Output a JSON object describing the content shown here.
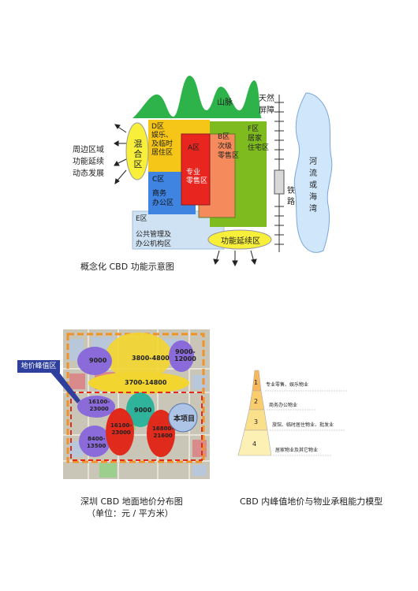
{
  "figure1": {
    "mountain_label": "山脉",
    "barrier_label_line1": "天然",
    "barrier_label_line2": "屏障",
    "left_text": [
      "周边区域",
      "功能延续",
      "动态发展"
    ],
    "mixed_zone": [
      "混",
      "合",
      "区"
    ],
    "zone_d": [
      "D区",
      "娱乐、",
      "及临时",
      "居住区"
    ],
    "zone_a": "A区",
    "zone_a_desc": [
      "专业",
      "零售区"
    ],
    "zone_b": [
      "B区",
      "次级",
      "零售区"
    ],
    "zone_f": [
      "F区",
      "居家",
      "住宅区"
    ],
    "zone_c": [
      "C区",
      "商务",
      "办公区"
    ],
    "zone_e": "E区",
    "zone_e_desc": [
      "公共管理及",
      "办公机构区"
    ],
    "extension_zone": "功能延续区",
    "railway": [
      "铁",
      "路"
    ],
    "river": [
      "河",
      "流",
      "或",
      "海",
      "湾"
    ],
    "caption": "概念化 CBD 功能示意图",
    "colors": {
      "zone_d": "#f5c518",
      "zone_a": "#e8251f",
      "zone_b": "#f58a5c",
      "zone_f": "#7dbb1e",
      "zone_c": "#3f84e0",
      "zone_e": "#cfe2f3",
      "mountain": "#2db34a",
      "river": "#cfe6fb"
    }
  },
  "figure2": {
    "peak_callout": "地价峰值区",
    "values": [
      "9000",
      "3800-4800",
      "9000-\n12000",
      "3700-14800",
      "16100-\n23000",
      "9000",
      "16100-\n23000",
      "16800-\n21600",
      "8400-\n13500"
    ],
    "project_label": "本项目",
    "caption_line1": "深圳 CBD 地面地价分布图",
    "caption_line2": "（单位：元 / 平方米）"
  },
  "figure3": {
    "levels": [
      "1",
      "2",
      "3",
      "4"
    ],
    "descriptions": [
      "专业零售、娱乐物业",
      "商务办公物业",
      "旅馆、临时居住物业、批发业",
      "居家物业及其它物业"
    ],
    "caption": "CBD 内峰值地价与物业承租能力模型"
  }
}
